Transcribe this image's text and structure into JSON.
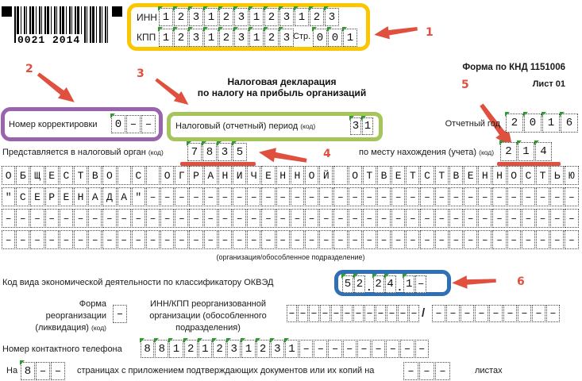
{
  "colors": {
    "innkpp_box": "#fbc500",
    "correction_box": "#9a63ad",
    "period_box": "#a6c45c",
    "okved_box": "#2f6fb5",
    "annotation": "#e0503f",
    "filled_mark": "#2e9b2e"
  },
  "barcode": {
    "text": "0021 2014"
  },
  "header": {
    "knd": "Форма по КНД 1151006",
    "sheet": "Лист 01",
    "title_line1": "Налоговая декларация",
    "title_line2": "по налогу на прибыль организаций"
  },
  "idblock": {
    "inn_label": "ИНН",
    "inn": "123123123123",
    "kpp_label": "КПП",
    "kpp": "123123123",
    "page_label": "Стр.",
    "page": "001"
  },
  "fields": {
    "correction": {
      "label": "Номер корректировки",
      "value": "0––"
    },
    "period": {
      "label": "Налоговый (отчетный) период",
      "label_small": "(код)",
      "value": "31"
    },
    "year": {
      "label": "Отчетный год",
      "value": "2016"
    },
    "authority": {
      "label": "Представляется в налоговый орган",
      "label_small": "(код)",
      "value": "7835"
    },
    "location": {
      "label": "по месту нахождения (учета)",
      "label_small": "(код)",
      "value": "214"
    },
    "org_name": {
      "row1": "ОБЩЕСТВО С ОГРАНИЧЕННОЙ ОТВЕТСТВЕННОСТЬЮ",
      "row2": "\"СЕРЕНАДА\"––––––––––––––––––––––––––––––",
      "row3": "––––––––––––––––––––––––––––––––––––––––",
      "row4": "––––––––––––––––––––––––––––––––––––––––",
      "caption": "(организация/обособленное подразделение)"
    },
    "okved": {
      "label": "Код вида экономической деятельности по классификатору ОКВЭД",
      "group1": "52",
      "separator1": ".",
      "group2": "24",
      "separator2": ".",
      "group3": "1–"
    },
    "reorg_form": {
      "line1": "Форма",
      "line2": "реорганизации",
      "line3": "(ликвидация)",
      "line3_small": "(код)",
      "value": "–"
    },
    "reorg_innkpp": {
      "line1": "ИНН/КПП реорганизованной",
      "line2": "организации (обособленного",
      "line3": "подразделения)",
      "inn": "––––––––––––",
      "slash": "/",
      "kpp": "–––––––––"
    },
    "phone": {
      "label": "Номер контактного телефона",
      "value": "88121231231–––––––––"
    },
    "pages": {
      "prefix": "На",
      "count": "8––",
      "middle": "страницах с приложением подтверждающих документов или их копий на",
      "attachments": "–––",
      "suffix": "листах"
    }
  },
  "annotations": {
    "n1": "1",
    "n2": "2",
    "n3": "3",
    "n4": "4",
    "n5": "5",
    "n6": "6"
  }
}
